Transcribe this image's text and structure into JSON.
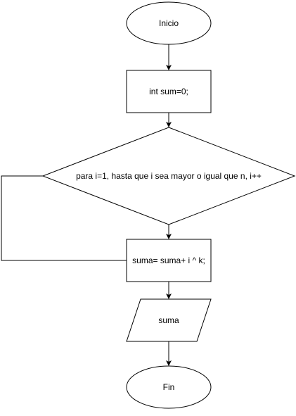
{
  "nodes": {
    "start": {
      "label": "Inicio"
    },
    "init": {
      "label": "int sum=0;"
    },
    "loop": {
      "label": "para i=1, hasta que i sea mayor o igual que n, i++"
    },
    "body": {
      "label": "suma= suma+ i ^ k;"
    },
    "output": {
      "label": "suma"
    },
    "end": {
      "label": "Fin"
    }
  },
  "colors": {
    "stroke": "#000000",
    "fill": "#ffffff",
    "text": "#000000"
  }
}
